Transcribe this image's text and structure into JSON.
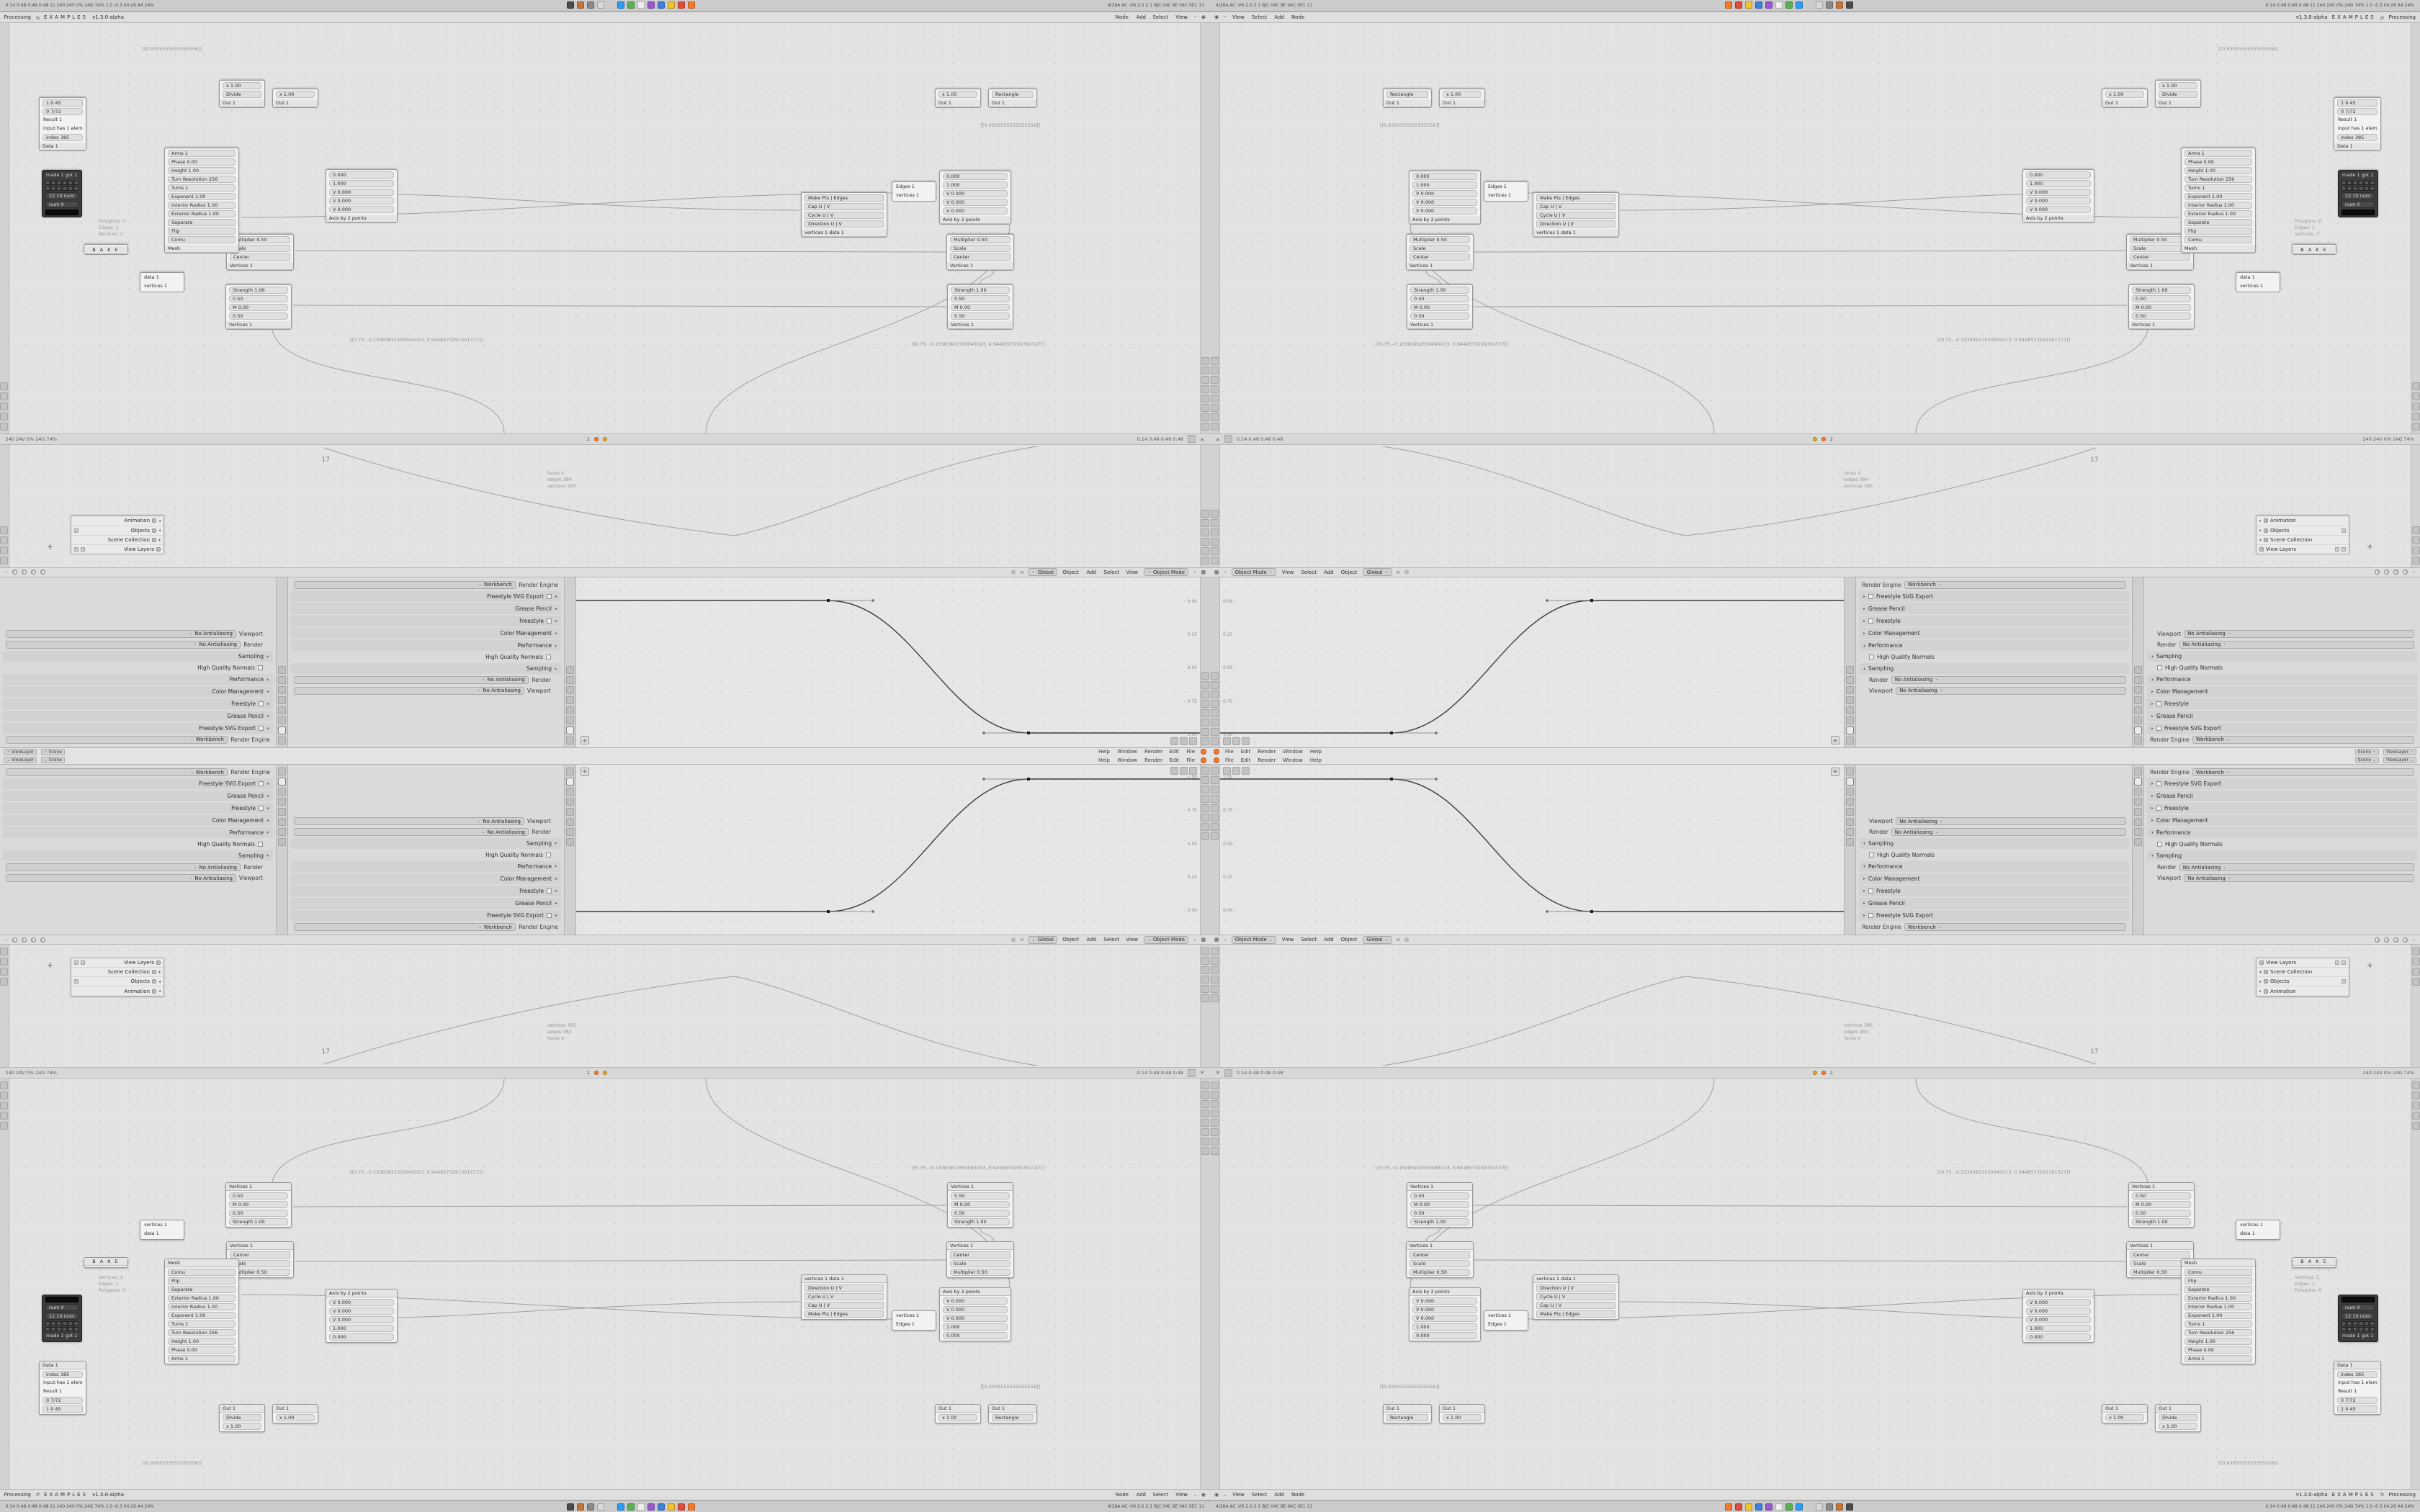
{
  "colors": {
    "accent_orange": "#f5792a",
    "warning_amber": "#e0a32e",
    "selection_blue": "#4772b3",
    "editor_background": "#e3e3e3",
    "node_background": "#f2f2f2",
    "taskbar_icons": [
      "#f5792a",
      "#e04b3a",
      "#f2c230",
      "#3e7fd9",
      "#9a58d0",
      "#ededed",
      "#57b24f",
      "#2a9df5",
      "#d9d9d9",
      "#8a8a8a",
      "#c2743a",
      "#4a4a4a"
    ]
  },
  "topbar": {
    "menus": [
      "File",
      "Edit",
      "Render",
      "Window",
      "Help"
    ],
    "scene": "Scene",
    "view_layer": "ViewLayer"
  },
  "viewport_header": {
    "mode": "Object Mode",
    "menus": [
      "View",
      "Select",
      "Add",
      "Object"
    ],
    "orientation": "Global"
  },
  "node_header": {
    "menus": [
      "View",
      "Select",
      "Add",
      "Node"
    ],
    "version": "v1.3.0-alpha",
    "file": "EXAMPLES",
    "status": "Processing"
  },
  "curve_editor": {
    "y_ticks": [
      "1.00",
      "0.75",
      "0.50",
      "0.25",
      "0.00"
    ],
    "curve_points": [
      [
        0.0,
        1.0
      ],
      [
        0.28,
        1.0
      ],
      [
        0.6,
        0.0
      ],
      [
        1.0,
        0.0
      ]
    ]
  },
  "properties": {
    "render_engine_label": "Render Engine",
    "render_engine_value": "Workbench",
    "sections": [
      "Freestyle SVG Export",
      "Grease Pencil",
      "Freestyle",
      "Color Management",
      "Performance"
    ],
    "hq_normals": "High Quality Normals",
    "sampling": "Sampling",
    "render_label": "Render",
    "render_value": "No Antialiasing",
    "viewport_label": "Viewport",
    "viewport_value": "No Antialiasing"
  },
  "outliner": {
    "rows": [
      "View Layers",
      "Scene Collection",
      "Objects",
      "Animation"
    ]
  },
  "overlay": {
    "coord_a": "[[0.75, -0.13383911550045013, 0.9448573291301727]]",
    "coord_b": "[[0.9305555555555556]]",
    "frame": "17",
    "stats": [
      "vertices 385",
      "edges 384",
      "faces 0"
    ]
  },
  "status_strip": {
    "left": "0.14   0:48   0:48   0:48",
    "warn_count": "2",
    "right": "240   24V 0%   24G 74%"
  },
  "taskbar": {
    "left": "4/28A  AC -V6 2.0 2:1  BJC 04C 8E 04C 0E1 11",
    "right": "0:14  0:48  0:48  0:48  11  240  24V 0%  24G 74%  1.0 -0.3  04:26  A4  24%"
  },
  "nodes": {
    "l1": {
      "title": "Vertices 1",
      "rows": [
        "0.50",
        "M   0.00",
        "0.50",
        "Strength   1.00"
      ]
    },
    "l2": {
      "title": "Vertices 1",
      "rows": [
        "Center",
        "Scale",
        "Multiplier   0.50"
      ]
    },
    "l3": {
      "title": "Axis by 2 points",
      "rows": [
        "V   0.000",
        "V   0.000",
        "V   0.000",
        "1.000",
        "0.000"
      ]
    },
    "l4": {
      "rows": [
        "vertices 1",
        "Edges 1"
      ]
    },
    "l5": {
      "title": "vertices 1      data 1",
      "rows": [
        "Direction      U | V",
        "Cycle      U | V",
        "Cap      U | V",
        "Make      Pts | Edges"
      ]
    },
    "l6": {
      "title": "Out 1",
      "rows": [
        "Rectangle"
      ]
    },
    "l7": {
      "title": "Out 1",
      "rows": [
        "x   1.00"
      ]
    },
    "r1": {
      "title": "Vertices 1",
      "rows": [
        "0.50",
        "M   0.00",
        "0.50",
        "Strength   1.00"
      ]
    },
    "r2": {
      "title": "Vertices 1",
      "rows": [
        "Center",
        "Scale",
        "Multiplier   0.50"
      ]
    },
    "r3": {
      "title": "Axis by 2 points",
      "rows": [
        "V   0.000",
        "V   0.000",
        "V   0.000",
        "1.000",
        "0.000"
      ]
    },
    "r4": {
      "rows": [
        "vertices 1",
        "data 1"
      ]
    },
    "r5": {
      "title": "Mesh",
      "rows": [
        "Comu",
        "Flip",
        "Separate",
        "Exterior Radius   1.00",
        "Interior Radius   1.00",
        "Exponent   1.00",
        "Turns   1",
        "Turn Resolution   256",
        "Height   1.00",
        "Phase   0.00",
        "Arms   1"
      ]
    },
    "r6": {
      "title": "B A K E"
    },
    "r7": {
      "rows": [
        "Vertices:  2",
        "Edges:  1",
        "Polygons:  0"
      ]
    },
    "r8": {
      "title": "num",
      "rows": [
        "num   0",
        "12   10   num",
        "made 1 got 1 item"
      ]
    },
    "r9": {
      "title": "Data 1",
      "rows": [
        "index   385",
        "input has 1 element",
        "Result 1",
        "0 7/72",
        "1    0    45"
      ]
    },
    "r10": {
      "title": "Out 1",
      "rows": [
        "x   1.00"
      ]
    },
    "r11": {
      "title": "Out 1",
      "rows": [
        "Divide",
        "x   1.00"
      ]
    }
  }
}
